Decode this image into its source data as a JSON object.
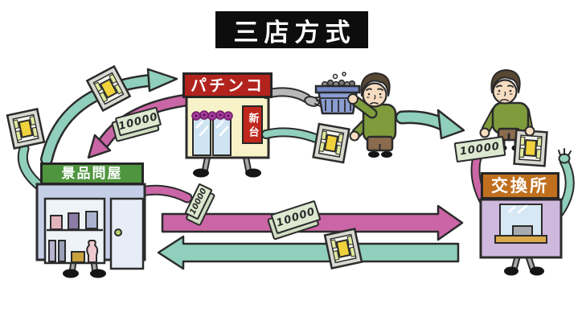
{
  "title": "三店方式",
  "pachinko_parlor": {
    "sign": "パチンコ",
    "banner": "新台"
  },
  "prize_wholesaler": {
    "sign": "景品問屋"
  },
  "exchange_shop": {
    "sign": "交換所"
  },
  "money_notes": {
    "note1": "10000",
    "note2": "10000",
    "note3": "10000",
    "note4": "10000"
  },
  "colors": {
    "title_bg": "#0d0d0d",
    "pachinko_sign_bg": "#b2231d",
    "new_machines_banner_bg": "#c0281e",
    "wholesaler_sign_bg": "#4f953f",
    "exchange_sign_bg": "#bf6f1e",
    "arrow_teal": "#8fcfbc",
    "arrow_pink": "#cb66a6",
    "money_note_bg": "#dce8d0",
    "gold_prize_bar": "#f0d23c"
  }
}
